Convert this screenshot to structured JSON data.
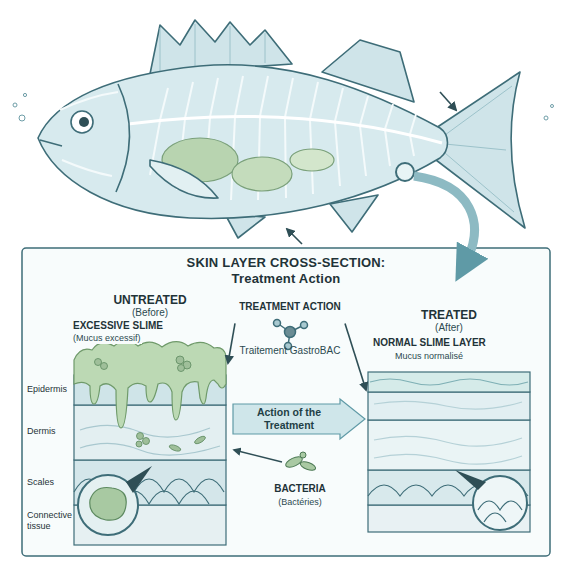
{
  "diagram": {
    "title": "SKIN LAYER CROSS-SECTION: Treatment Action",
    "nodes": [
      {
        "text": [
          "UNTREATED",
          "(Before)"
        ]
      },
      {
        "text": [
          "TREATED",
          "(After)"
        ]
      },
      {
        "text": [
          "TREATMENT ACTION",
          "Traitement GastroBAC"
        ]
      },
      {
        "text": [
          "Action of the Treatment"
        ]
      }
    ],
    "edges": [
      {
        "from": 2,
        "to": 0,
        "arrow": "to"
      },
      {
        "from": 2,
        "to": 1,
        "arrow": "to"
      }
    ],
    "labels": [
      "EXCESSIVE SLIME",
      "(Mucus excessif)",
      "NORMAL SLIME LAYER",
      "Mucus normalisé",
      "Epidermis",
      "Dermis",
      "Scales",
      "Connective tissue",
      "BACTERIA",
      "(Bactéries)"
    ]
  }
}
